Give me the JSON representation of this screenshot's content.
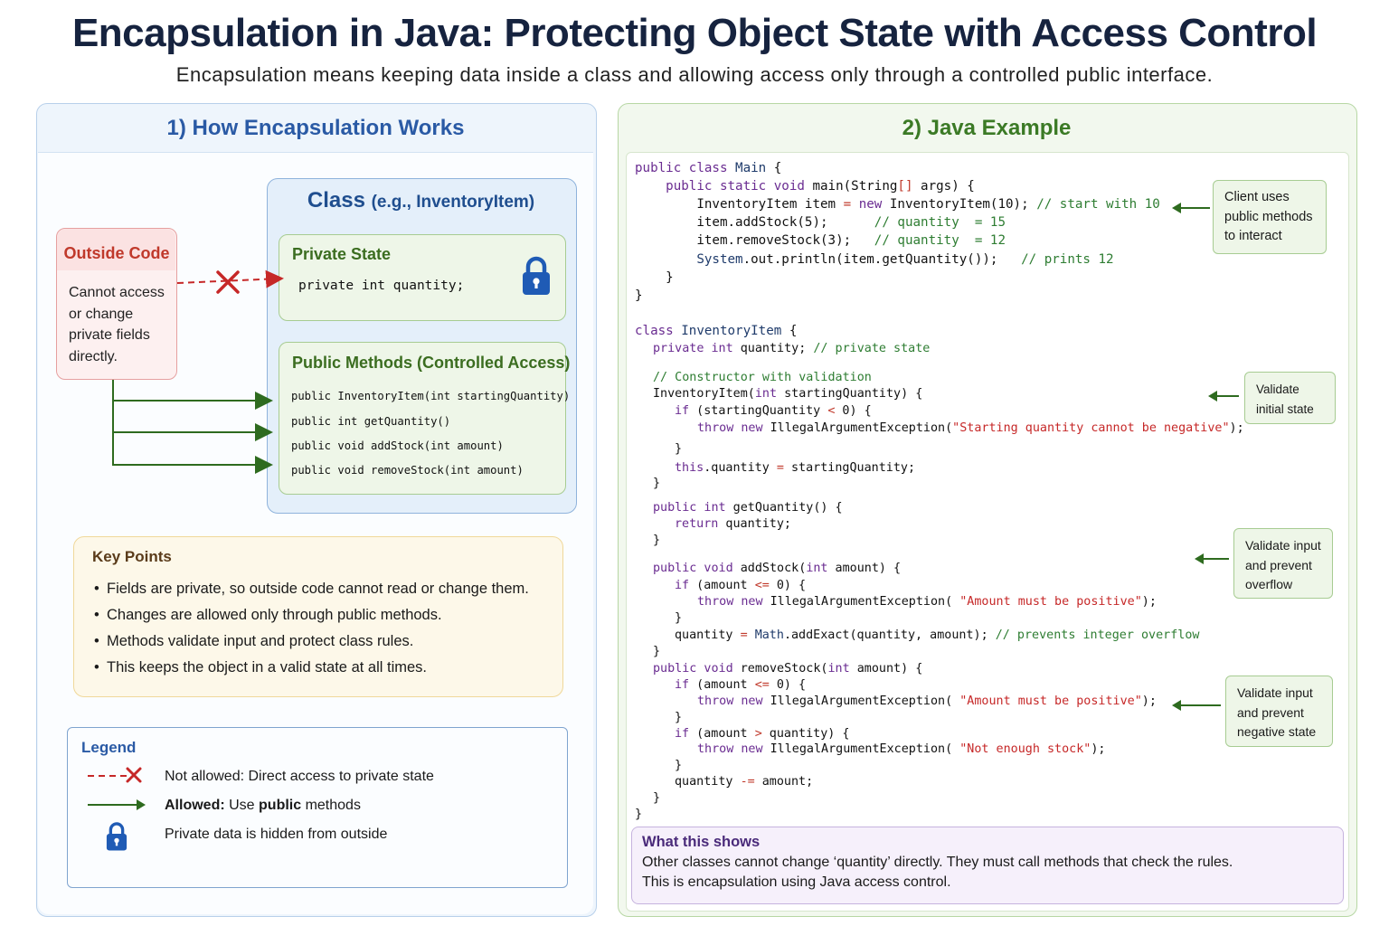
{
  "header": {
    "title": "Encapsulation in Java: Protecting Object State with Access Control",
    "subtitle": "Encapsulation means keeping data inside a class and allowing access only through a controlled public interface."
  },
  "left": {
    "heading": "1) How Encapsulation Works",
    "outside": {
      "title": "Outside Code",
      "lines": [
        "Cannot access",
        "or change",
        "private fields",
        "directly."
      ]
    },
    "class_box": {
      "title": "Class",
      "subtitle": "(e.g., InventoryItem)"
    },
    "private_state": {
      "title": "Private State",
      "code": "private int quantity;"
    },
    "public_methods": {
      "title": "Public Methods (Controlled Access)",
      "items": [
        "public InventoryItem(int startingQuantity)",
        "public int getQuantity()",
        "public void addStock(int amount)",
        "public void removeStock(int amount)"
      ]
    },
    "key_points": {
      "title": "Key Points",
      "items": [
        "Fields are private, so outside code cannot read or change them.",
        "Changes are allowed only through public methods.",
        "Methods validate input and protect class rules.",
        "This keeps the object in a valid state at all times."
      ]
    },
    "legend": {
      "title": "Legend",
      "not_allowed": "Not allowed: Direct access to private state",
      "allowed_bold": "Allowed:",
      "allowed_rest1": " Use ",
      "allowed_public": "public",
      "allowed_rest2": " methods",
      "hidden": "Private data is hidden from outside"
    }
  },
  "right": {
    "heading": "2) Java Example",
    "notes": {
      "client": "Client uses public methods to interact",
      "initial": "Validate initial state",
      "overflow": "Validate input and prevent overflow",
      "negative": "Validate input and prevent negative state"
    },
    "shows": {
      "title": "What this shows",
      "line1": "Other classes cannot change ‘quantity’ directly. They must call methods that check the rules.",
      "line2": "This is encapsulation using Java access control."
    }
  },
  "colors": {
    "title": "#16233f",
    "left_heading": "#2a5aa5",
    "right_heading": "#3b7a25",
    "not_allowed": "#c62828",
    "allowed": "#2e6b1f",
    "lock": "#1f5bb5"
  },
  "icons": [
    "lock-icon",
    "cross-icon",
    "arrow-right-icon"
  ]
}
